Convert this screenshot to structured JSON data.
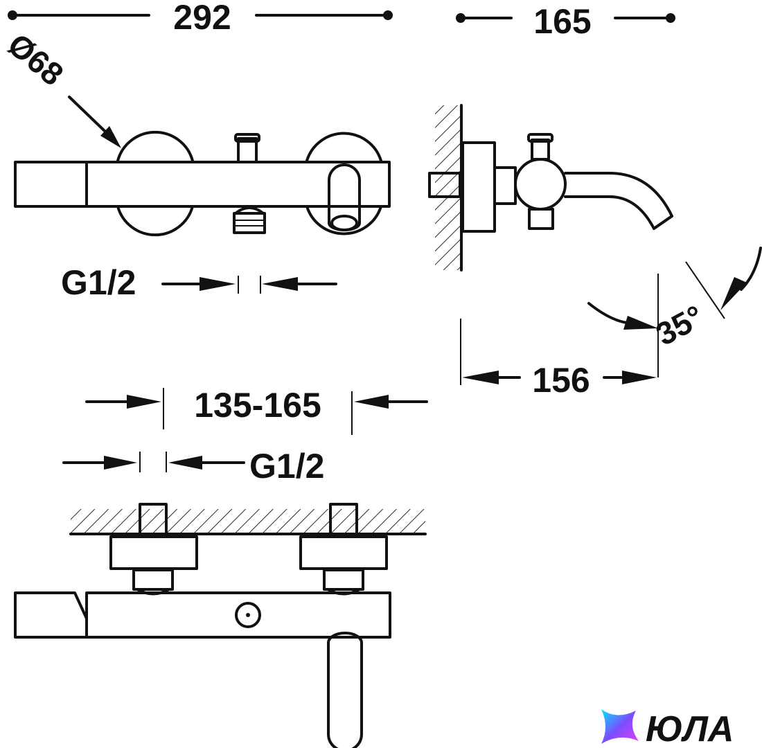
{
  "dimensions": {
    "overall_width": "292",
    "projection": "165",
    "rosette_diameter": "Ø68",
    "inlet_thread_top": "G1/2",
    "spout_reach": "156",
    "spout_angle": "35°",
    "centers_range": "135-165",
    "inlet_thread_bottom": "G1/2"
  },
  "logo": {
    "text": "ЮЛА",
    "colors": [
      "#29b6f6",
      "#7c4dff",
      "#e040fb",
      "#00e5ff"
    ]
  }
}
